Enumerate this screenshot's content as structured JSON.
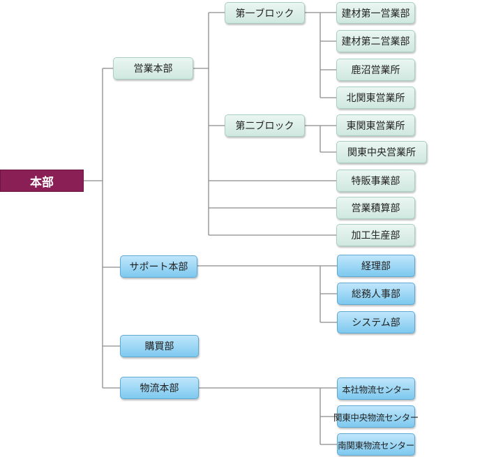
{
  "org": {
    "root": "本部",
    "sales_hq": "営業本部",
    "block1": "第一ブロック",
    "block2": "第二ブロック",
    "kenzai1": "建材第一営業部",
    "kenzai2": "建材第二営業部",
    "kanuma": "鹿沼営業所",
    "kitakanto": "北関東営業所",
    "higashikanto": "東関東営業所",
    "kantochuo": "関東中央営業所",
    "tokuhan": "特販事業部",
    "sekisan": "営業積算部",
    "kakou": "加工生産部",
    "support_hq": "サポート本部",
    "keiri": "経理部",
    "somu": "総務人事部",
    "system": "システム部",
    "kobai": "購買部",
    "logistics_hq": "物流本部",
    "center_honsha": "本社物流センター",
    "center_kantochuo": "関東中央物流センター",
    "center_minamikanto": "南関東物流センター"
  },
  "colors": {
    "root": "#8a1f55",
    "sales_branch": "#d8efe7",
    "support_branch": "#8fd0f2",
    "connector": "#8c8c8c"
  }
}
